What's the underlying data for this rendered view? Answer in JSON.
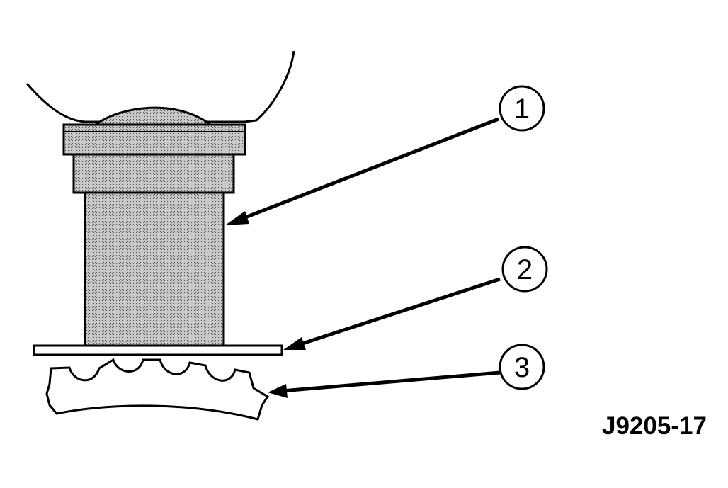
{
  "callouts": [
    {
      "number": "1",
      "target": "installer-tool"
    },
    {
      "number": "2",
      "target": "shim"
    },
    {
      "number": "3",
      "target": "gear"
    }
  ],
  "figure_id": "J9205-17",
  "colors": {
    "ink": "#000000",
    "stipple": "#a9a9a9",
    "paper": "#ffffff"
  }
}
